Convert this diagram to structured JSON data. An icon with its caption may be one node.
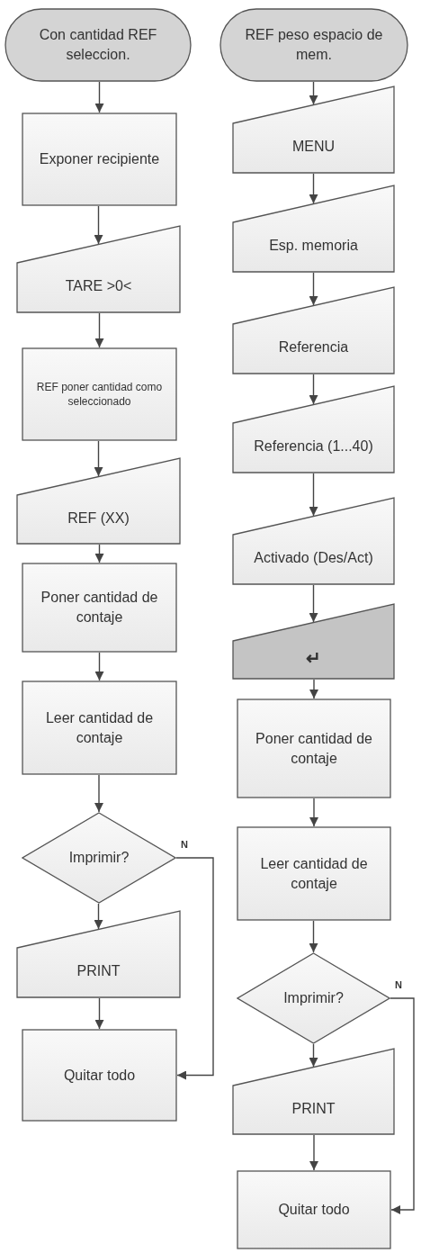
{
  "diagram": {
    "nodes": [
      {
        "text": [
          "Con cantidad REF seleccion."
        ]
      },
      {
        "text": [
          "Exponer recipiente"
        ]
      },
      {
        "text": [
          "TARE >0<"
        ]
      },
      {
        "text": [
          "REF poner cantidad como seleccionado"
        ]
      },
      {
        "text": [
          "REF (XX)"
        ]
      },
      {
        "text": [
          "Poner cantidad de contaje"
        ]
      },
      {
        "text": [
          "Leer cantidad de contaje"
        ]
      },
      {
        "text": [
          "Imprimir?"
        ]
      },
      {
        "text": [
          "PRINT"
        ]
      },
      {
        "text": [
          "Quitar todo"
        ]
      },
      {
        "text": [
          "REF peso espacio de mem."
        ]
      },
      {
        "text": [
          "MENU"
        ]
      },
      {
        "text": [
          "Esp. memoria"
        ]
      },
      {
        "text": [
          "Referencia"
        ]
      },
      {
        "text": [
          "Referencia (1...40)"
        ]
      },
      {
        "text": [
          "Activado (Des/Act)"
        ]
      },
      {
        "text": [
          "↵"
        ]
      },
      {
        "text": [
          "Poner cantidad de contaje"
        ]
      },
      {
        "text": [
          "Leer cantidad de contaje"
        ]
      },
      {
        "text": [
          "Imprimir?"
        ]
      },
      {
        "text": [
          "PRINT"
        ]
      },
      {
        "text": [
          "Quitar todo"
        ]
      }
    ],
    "edges": [
      {
        "from": 0,
        "to": 1,
        "arrow": "to"
      },
      {
        "from": 1,
        "to": 2,
        "arrow": "to"
      },
      {
        "from": 2,
        "to": 3,
        "arrow": "to"
      },
      {
        "from": 3,
        "to": 4,
        "arrow": "to"
      },
      {
        "from": 4,
        "to": 5,
        "arrow": "to"
      },
      {
        "from": 5,
        "to": 6,
        "arrow": "to"
      },
      {
        "from": 6,
        "to": 7,
        "arrow": "to"
      },
      {
        "from": 7,
        "to": 8,
        "arrow": "to"
      },
      {
        "from": 8,
        "to": 9,
        "arrow": "to"
      },
      {
        "from": 7,
        "to": 9,
        "arrow": "to",
        "label": "N"
      },
      {
        "from": 10,
        "to": 11,
        "arrow": "to"
      },
      {
        "from": 11,
        "to": 12,
        "arrow": "to"
      },
      {
        "from": 12,
        "to": 13,
        "arrow": "to"
      },
      {
        "from": 13,
        "to": 14,
        "arrow": "to"
      },
      {
        "from": 14,
        "to": 15,
        "arrow": "to"
      },
      {
        "from": 15,
        "to": 16,
        "arrow": "to"
      },
      {
        "from": 16,
        "to": 17,
        "arrow": "to"
      },
      {
        "from": 17,
        "to": 18,
        "arrow": "to"
      },
      {
        "from": 18,
        "to": 19,
        "arrow": "to"
      },
      {
        "from": 19,
        "to": 20,
        "arrow": "to"
      },
      {
        "from": 20,
        "to": 21,
        "arrow": "to"
      },
      {
        "from": 19,
        "to": 21,
        "arrow": "to",
        "label": "N"
      }
    ]
  }
}
